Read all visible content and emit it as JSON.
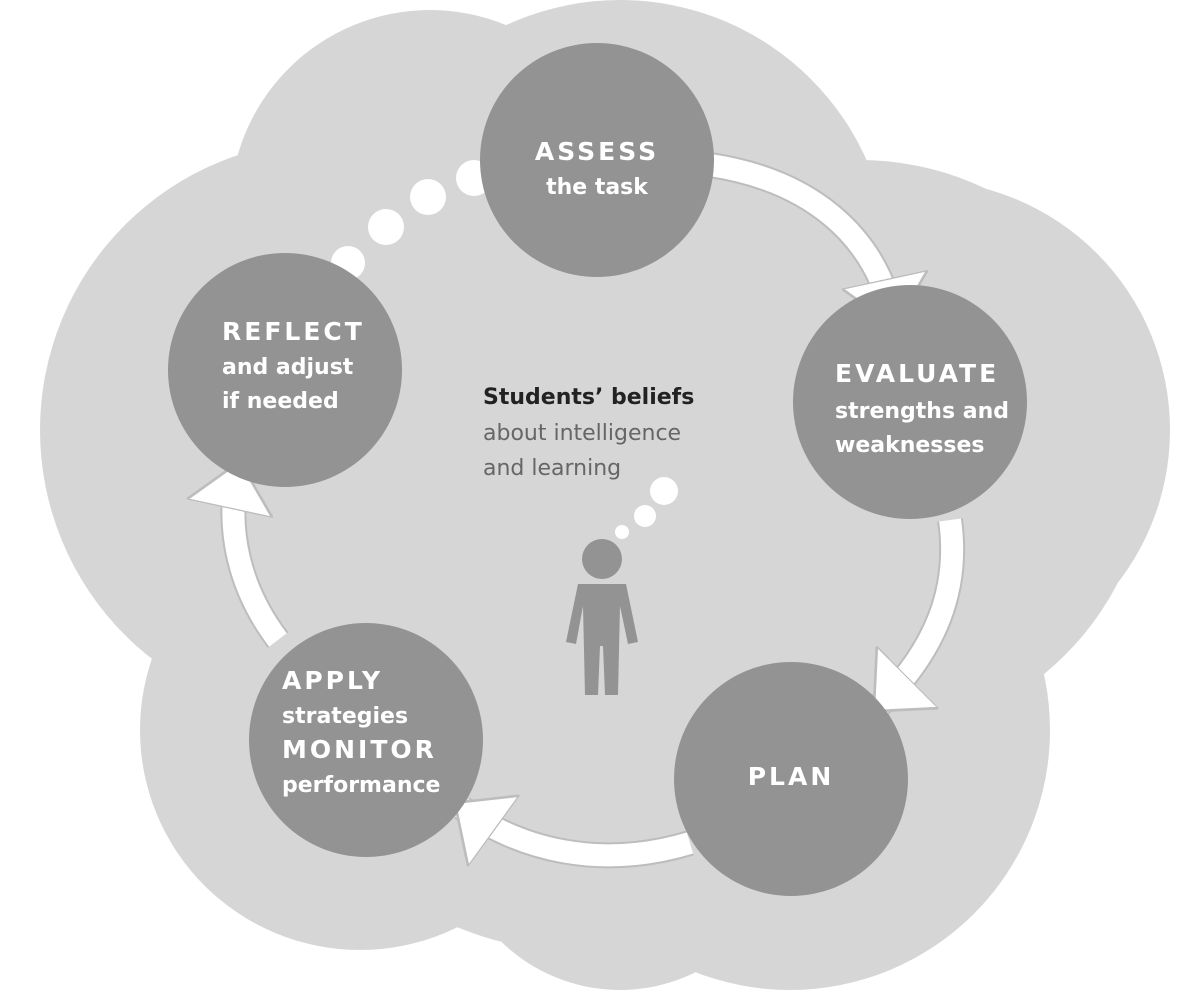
{
  "diagram": {
    "colors": {
      "cloud": "#d6d6d6",
      "circle": "#939393",
      "arrow_fill": "#ffffff",
      "arrow_stroke": "#bdbdbd",
      "person": "#939393",
      "bubble": "#ffffff"
    },
    "stages": {
      "assess": {
        "title": "ASSESS",
        "sub": "the task"
      },
      "evaluate": {
        "title": "EVALUATE",
        "sub1": "strengths and",
        "sub2": "weaknesses"
      },
      "plan": {
        "title": "PLAN"
      },
      "apply": {
        "title": "APPLY",
        "sub": "strategies",
        "title2": "MONITOR",
        "sub2": "performance"
      },
      "reflect": {
        "title": "REFLECT",
        "sub1": "and adjust",
        "sub2": "if needed"
      }
    },
    "center": {
      "title": "Students’ beliefs",
      "line2": "about intelligence",
      "line3": "and learning"
    },
    "icons": {
      "figure": "person-icon"
    }
  }
}
